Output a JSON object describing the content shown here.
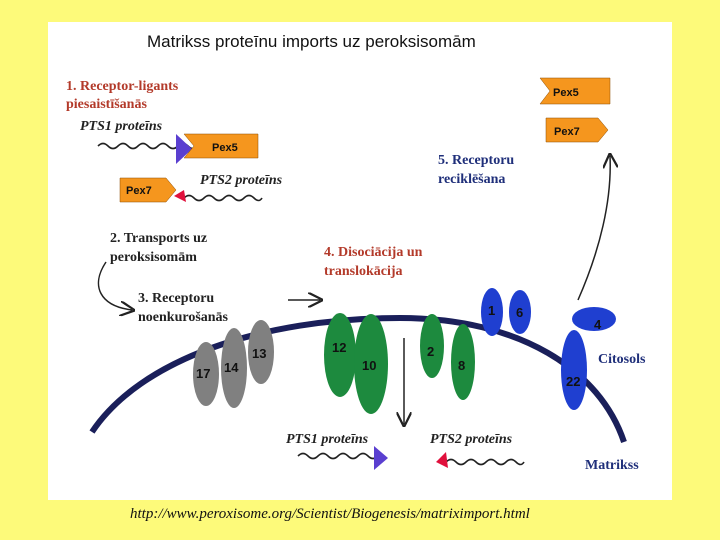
{
  "title": "Matrikss proteīnu imports uz peroksisomām",
  "steps": {
    "step1": "1. Receptor-ligants",
    "step1b": "piesaistīšanās",
    "step2": "2. Transports uz",
    "step2b": "peroksisomām",
    "step3": "3. Receptoru",
    "step3b": "noenkurošanās",
    "step4": "4. Disociācija  un",
    "step4b": "translokācija",
    "step5": "5. Receptoru",
    "step5b": "reciklēšana"
  },
  "labels": {
    "pts1_top": "PTS1 proteīns",
    "pts2_top": "PTS2 proteīns",
    "pts1_bottom": "PTS1 proteīns",
    "pts2_bottom": "PTS2 proteīns",
    "cytosol": "Citosols",
    "matrix": "Matrikss"
  },
  "receptors": {
    "pex5_a": "Pex5",
    "pex7_a": "Pex7",
    "pex5_b": "Pex5",
    "pex7_b": "Pex7"
  },
  "pex_numbers": {
    "p17": "17",
    "p14": "14",
    "p13": "13",
    "p12": "12",
    "p10": "10",
    "p2": "2",
    "p8": "8",
    "p1": "1",
    "p6": "6",
    "p4": "4",
    "p22": "22"
  },
  "source_url": "http://www.peroxisome.org/Scientist/Biogenesis/matriximport.html",
  "colors": {
    "background": "#fdfa7a",
    "receptor_orange": "#f5961e",
    "pex_gray": "#808080",
    "pex_green": "#1d8a3e",
    "pex_blue": "#1f3fd0",
    "membrane": "#1a1f5a",
    "pts1_tag": "#5a3fd0",
    "pts2_tag": "#e0103c"
  }
}
